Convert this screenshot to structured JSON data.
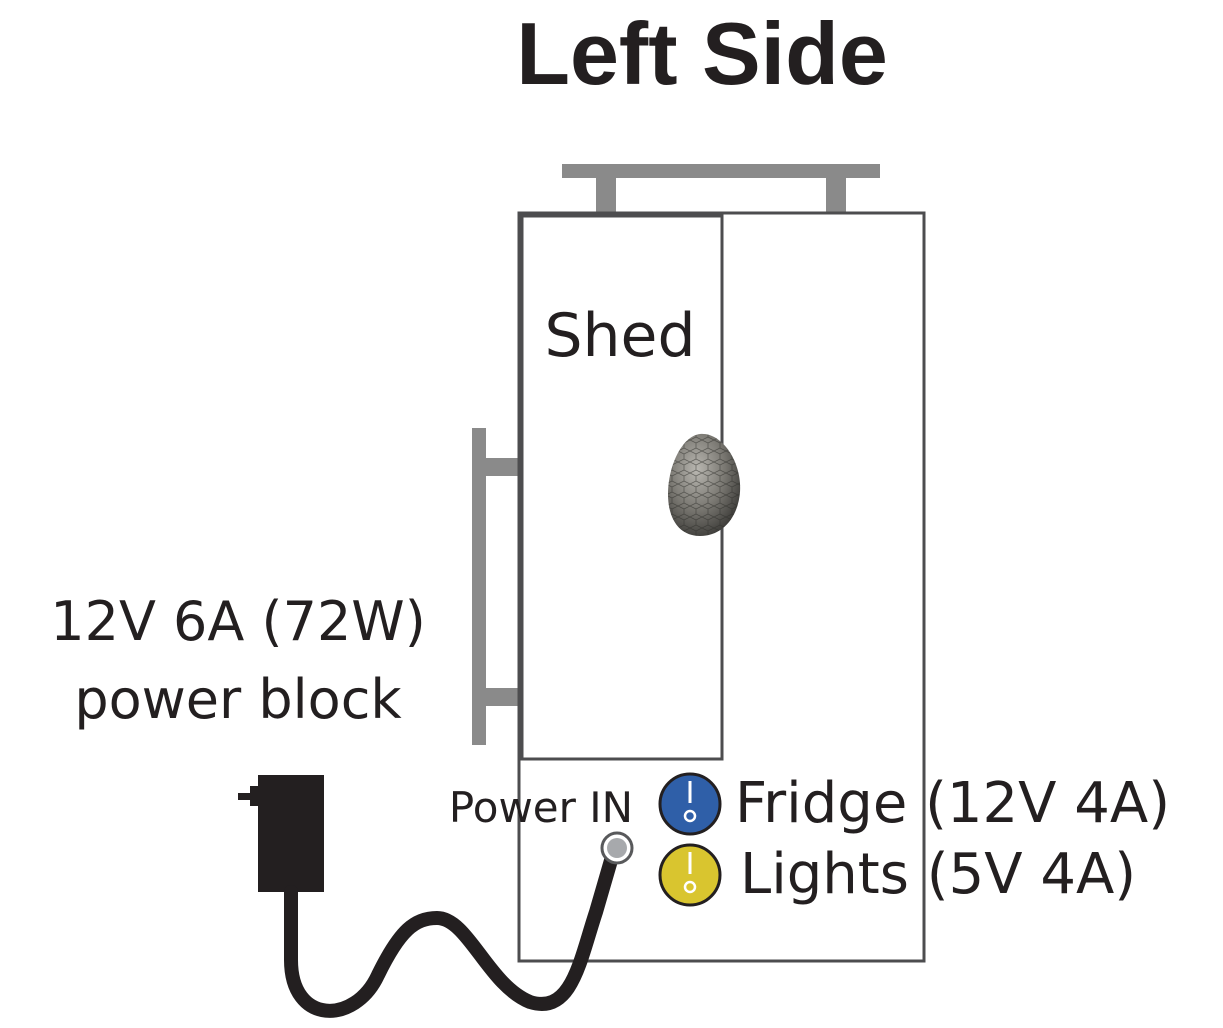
{
  "title": "Left Side",
  "shed_label": "Shed",
  "power_block": {
    "line1": "12V 6A (72W)",
    "line2": "power block"
  },
  "power_in_label": "Power IN",
  "switches": [
    {
      "label": "Fridge (12V 4A)",
      "color": "#2f5fa8"
    },
    {
      "label": "Lights (5V 4A)",
      "color": "#d9c52f"
    }
  ],
  "colors": {
    "outline": "#4d4d4f",
    "rail": "#8a8a8a",
    "adapter": "#231f20",
    "text": "#231f20"
  }
}
